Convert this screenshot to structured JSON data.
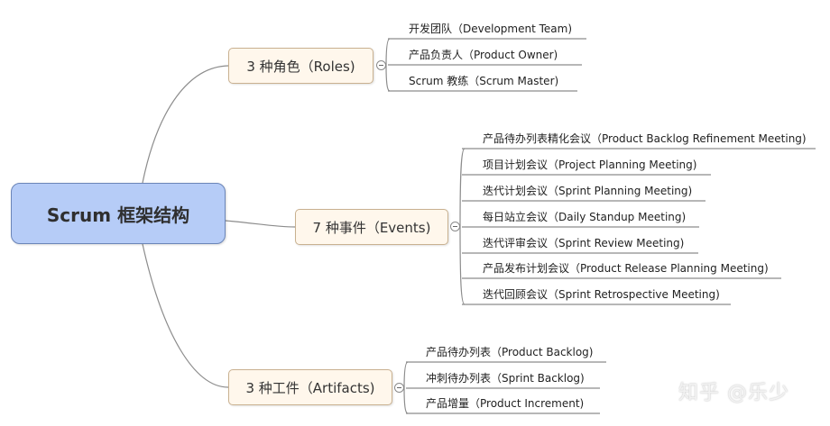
{
  "root": {
    "label": "Scrum 框架结构"
  },
  "branches": [
    {
      "label": "3 种角色（Roles)",
      "items": [
        "开发团队（Development Team)",
        "产品负责人（Product Owner)",
        "Scrum 教练（Scrum Master)"
      ]
    },
    {
      "label": "7 种事件（Events)",
      "items": [
        "产品待办列表精化会议（Product Backlog Refinement Meeting)",
        "项目计划会议（Project Planning Meeting)",
        "迭代计划会议（Sprint Planning Meeting)",
        "每日站立会议（Daily Standup Meeting)",
        "迭代评审会议（Sprint Review Meeting)",
        "产品发布计划会议（Product Release Planning Meeting)",
        "迭代回顾会议（Sprint Retrospective Meeting)"
      ]
    },
    {
      "label": "3 种工件（Artifacts)",
      "items": [
        "产品待办列表（Product Backlog)",
        "冲刺待办列表（Sprint Backlog)",
        "产品增量（Product Increment)"
      ]
    }
  ],
  "watermark": "知乎 @乐少",
  "colors": {
    "root_fill": "#b6ccf7",
    "branch_fill": "#fff7ec",
    "line": "#8c8c8c"
  }
}
